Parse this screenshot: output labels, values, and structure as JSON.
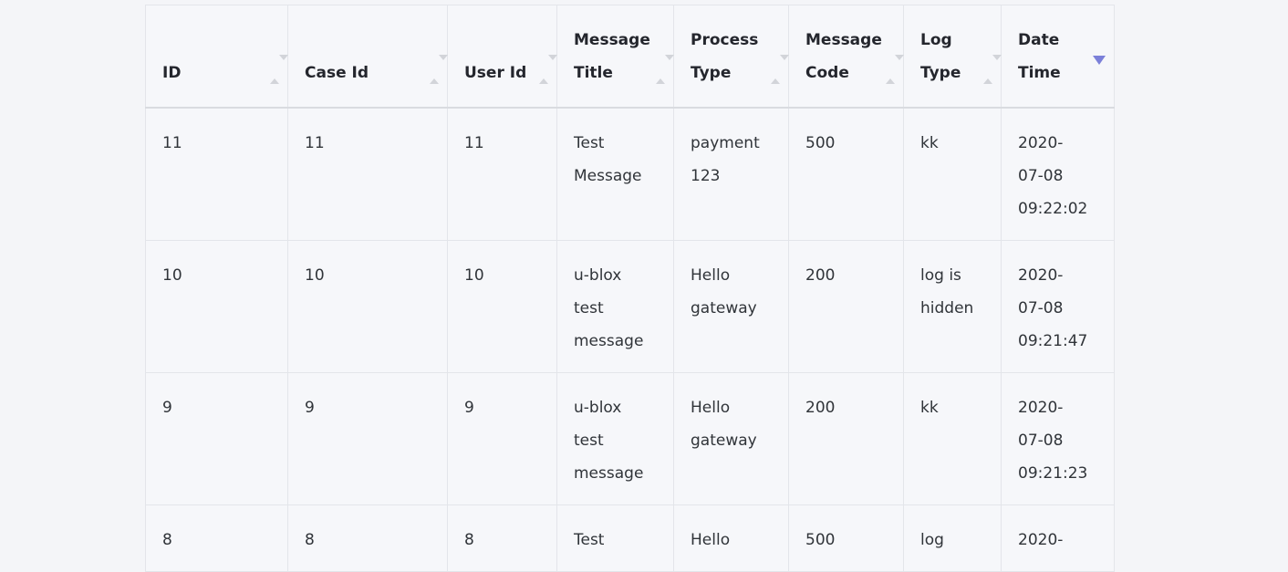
{
  "colors": {
    "page_bg": "#f4f5f8",
    "cell_bg": "#f6f7fa",
    "border": "#e3e5ea",
    "header_text": "#24262d",
    "body_text": "#303439",
    "sort_active": "#7b80d9",
    "sort_inactive": "#d2d4d9"
  },
  "table": {
    "columns": [
      {
        "label": "ID",
        "sort": "none"
      },
      {
        "label": "Case Id",
        "sort": "none"
      },
      {
        "label": "User Id",
        "sort": "none"
      },
      {
        "label": "Message Title",
        "sort": "none"
      },
      {
        "label": "Process Type",
        "sort": "none"
      },
      {
        "label": "Message Code",
        "sort": "none"
      },
      {
        "label": "Log Type",
        "sort": "none"
      },
      {
        "label": "Date Time",
        "sort": "desc"
      }
    ],
    "rows": [
      [
        "11",
        "11",
        "11",
        "Test Message",
        "payment 123",
        "500",
        "kk",
        "2020-07-08 09:22:02"
      ],
      [
        "10",
        "10",
        "10",
        "u-blox test message",
        "Hello gateway",
        "200",
        "log is hidden",
        "2020-07-08 09:21:47"
      ],
      [
        "9",
        "9",
        "9",
        "u-blox test message",
        "Hello gateway",
        "200",
        "kk",
        "2020-07-08 09:21:23"
      ],
      [
        "8",
        "8",
        "8",
        "Test",
        "Hello",
        "500",
        "log",
        "2020-"
      ]
    ]
  }
}
